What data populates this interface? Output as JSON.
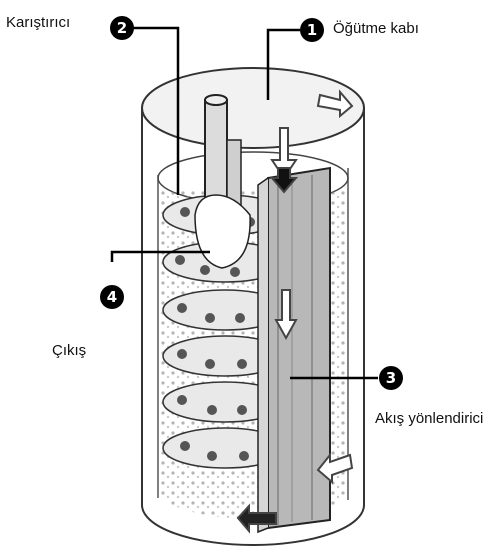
{
  "labels": {
    "karistirici": "Karıştırıcı",
    "ogutme_kabi": "Öğütme kabı",
    "cikis": "Çıkış",
    "akis_yonlendirici": "Akış yönlendirici"
  },
  "markers": [
    "1",
    "2",
    "3",
    "4"
  ]
}
